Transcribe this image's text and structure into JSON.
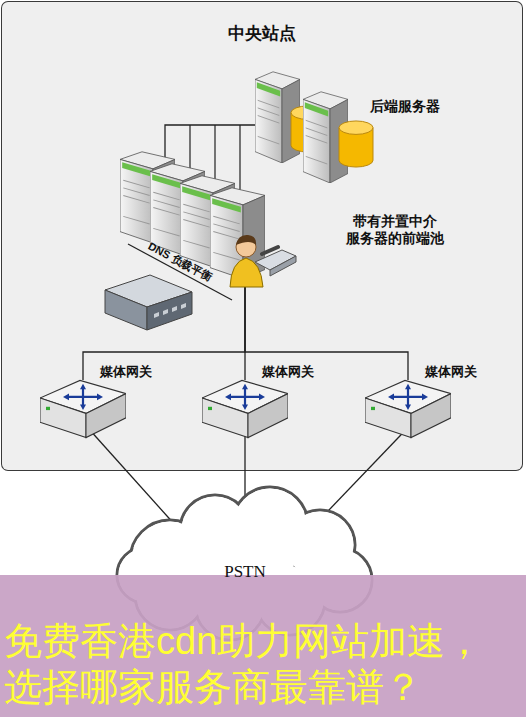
{
  "diagram": {
    "nodes": [
      {
        "text": [
          "中央站点"
        ]
      },
      {
        "text": [
          "后端服务器"
        ],
        "in": 0
      },
      {
        "text": [
          "带有并置中介 服务器的前端池"
        ],
        "in": 0
      },
      {
        "text": [
          "媒体网关"
        ],
        "in": 0
      },
      {
        "text": [
          "媒体网关"
        ],
        "in": 0
      },
      {
        "text": [
          "媒体网关"
        ],
        "in": 0
      },
      {
        "text": [
          "PSTN"
        ]
      }
    ],
    "edges": [
      {
        "from": 2,
        "to": 1,
        "arrow": "none"
      },
      {
        "from": 2,
        "to": 3,
        "arrow": "none"
      },
      {
        "from": 2,
        "to": 4,
        "arrow": "none"
      },
      {
        "from": 2,
        "to": 5,
        "arrow": "none"
      },
      {
        "from": 3,
        "to": 6,
        "arrow": "none"
      },
      {
        "from": 4,
        "to": 6,
        "arrow": "none"
      },
      {
        "from": 5,
        "to": 6,
        "arrow": "none"
      }
    ],
    "labels": [
      "DNS 负载平衡",
      "免费香港cdn助力网站加速， 选择哪家服务商最靠谱？"
    ]
  }
}
